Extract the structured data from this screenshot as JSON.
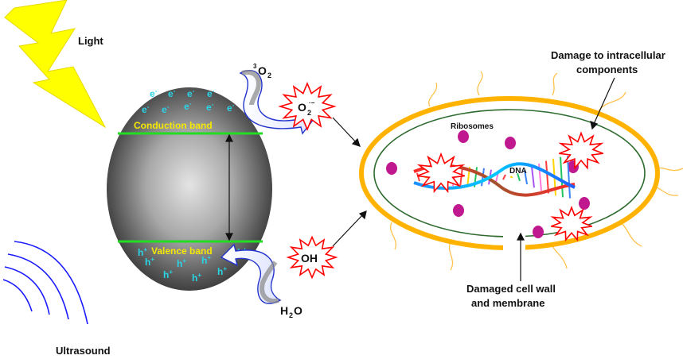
{
  "labels": {
    "light": "Light",
    "ultrasound": "Ultrasound",
    "conduction_band": "Conduction band",
    "valence_band": "Valence band",
    "oxygen_molecule": "O",
    "oxygen_sup": "3",
    "oxygen_sub": "2",
    "superoxide": "O",
    "superoxide_sub": "2",
    "superoxide_sup": "·−",
    "hydroxyl": "OH",
    "water": "H",
    "water_sub": "2",
    "water_tail": "O",
    "ribosomes": "Ribosomes",
    "dna": "DNA",
    "damage_intracellular_line1": "Damage to intracellular",
    "damage_intracellular_line2": "components",
    "damaged_wall_line1": "Damaged cell wall",
    "damaged_wall_line2": "and membrane"
  },
  "carriers": {
    "electron": "e",
    "electron_sign": "-",
    "hole": "h",
    "hole_sign": "+"
  },
  "colors": {
    "lightning": "#ffff00",
    "band_line": "#22dd22",
    "band_text": "#f5e800",
    "carrier_text": "#29d4e6",
    "ultrasound_wave": "#1a1aff",
    "arrow_outline": "#2233cc",
    "cell_wall": "#ffb300",
    "cell_membrane": "#2e6b2e",
    "ribosome": "#c0198f",
    "burst_stroke": "#ff0000",
    "flagella": "#ffc24d"
  },
  "icons": {
    "lightning": "lightning-bolt-icon",
    "ultrasound": "sound-wave-icon",
    "burst": "explosion-burst-icon"
  }
}
